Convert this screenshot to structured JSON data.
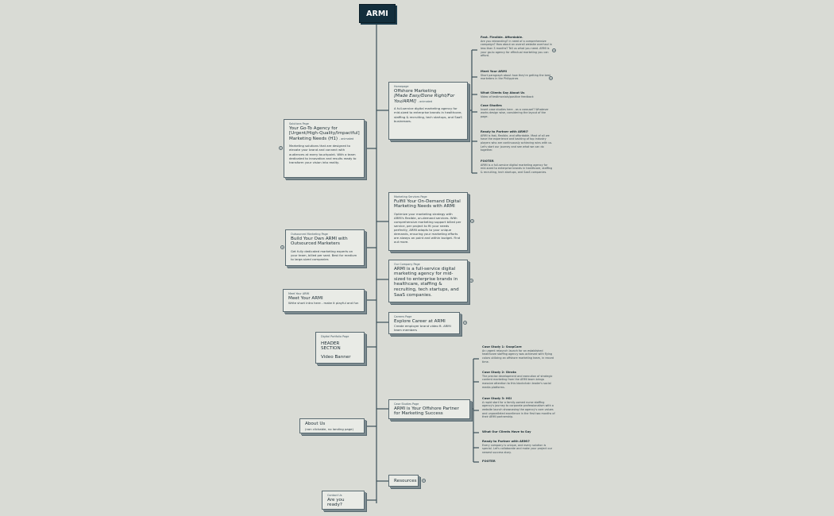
{
  "root": "ARMI",
  "branches": {
    "homepage": {
      "label": "Homepage",
      "title_line1": "Offshore Marketing",
      "title_line2": "[Made Easy/Done Right/For You/ARMI]",
      "tag": "- animated",
      "body": "A full-service digital marketing agency for mid-sized to enterprise brands in healthcare, staffing & recruiting, tech startups, and SaaS businesses."
    },
    "solutions": {
      "label": "Solutions Page",
      "title": "Your Go-To Agency for [Urgent/High-Quality/Impactful] Marketing Needs (H1)",
      "tag": "- animated",
      "body": "Marketing solutions that are designed to elevate your brand and connect with audiences at every touchpoint. With a team dedicated to innovation and results ready to transform your vision into reality."
    },
    "services": {
      "label": "Marketing Services Page",
      "title": "Fulfill Your On-Demand Digital Marketing Needs with ARMI",
      "body": "Optimize your marketing strategy with ARMI's flexible, on-demand services. With comprehensive marketing support billed per service, per project to fit your needs perfectly, ARMI adapts to your unique demands, ensuring your marketing efforts are always on point and within budget. Find out more."
    },
    "outsourced": {
      "label": "Outsourced Marketing Page",
      "title": "Build Your Own ARMI with Outsourced Marketers",
      "body": "Get fully dedicated marketing experts on your team, billed per seat. Best for medium to large-sized companies"
    },
    "company": {
      "label": "Our Company Page",
      "title": "ARMI is a full-service digital marketing agency for mid-sized to enterprise brands in healthcare, staffing & recruiting, tech startups, and SaaS companies."
    },
    "meet": {
      "label": "Meet Your ARMI",
      "title": "Meet Your ARMI",
      "body": "Write short intro here - make it playful and fun"
    },
    "careers": {
      "label": "Careers Page",
      "title": "Explore Career at ARMI",
      "body": "Create employer brand video ft. ARMI team members"
    },
    "portfolio": {
      "label": "Digital Portfolio Page",
      "line1": "HEADER SECTION",
      "line2": "Video Banner"
    },
    "casestudies": {
      "label": "Case Studies Page",
      "title": "ARMI is Your Offshore Partner for Marketing Success"
    },
    "about": {
      "title": "About Us",
      "body": "(non clickable, no landing page)"
    },
    "resources": {
      "title": "Resources"
    },
    "contact": {
      "label": "Contact Us",
      "title": "Are you ready?"
    }
  },
  "homepage_notes": [
    {
      "heading": "Fast. Flexible. Affordable.",
      "text": "Are you rebranding? in need of a comprehensive campaign? How about an overall website overhaul in less than 3 months? Tell us what you need. ARMI is your go-to agency for effectual marketing you can afford."
    },
    {
      "heading": "Meet Your ARMI",
      "text": "Short paragraph about how they're getting the best marketers in the Philippines"
    },
    {
      "heading": "What Clients Say About Us",
      "text": "Video of testimonials/positive feedback"
    },
    {
      "heading": "Case Studies",
      "text": "Insert case studies here - as a carousel? Whatever works design wise, considering the layout of the page."
    },
    {
      "heading": "Ready to Partner with ARMI?",
      "text": "ARMI is fast, flexible, and affordable. Most of all we have the experience and backing of top industry players who are continuously achieving wins with us. Let's start our journey and see what we can do together."
    },
    {
      "heading": "FOOTER",
      "text": "ARMI is a full-service digital marketing agency for mid-sized to enterprise brands in healthcare, staffing & recruiting, tech startups, and SaaS companies."
    }
  ],
  "casestudy_notes": [
    {
      "heading": "Case Study 1: SnapCare",
      "text": "An urgent relaunch launch for an established healthcare staffing agency was achieved with flying colors utilizing an offshore marketing team, in record time."
    },
    {
      "heading": "Case Study 2: Strata",
      "text": "The precise development and execution of strategic content marketing from the ARMI team brings massive attention to this blockchain leader's social media platforms."
    },
    {
      "heading": "Case Study 3: HSI",
      "text": "A rapid start for a family-owned nurse staffing agency's journey to corporate professionalism with a website launch showcasing the agency's core values and unparalleled excellence in the first two months of their ARMI partnership."
    },
    {
      "heading": "What Our Clients Have to Say",
      "text": ""
    },
    {
      "heading": "Ready to Partner with ARMI?",
      "text": "Every company is unique, and every solution is special. Let's collaborate and make your project our newest success story."
    },
    {
      "heading": "FOOTER",
      "text": ""
    }
  ],
  "expander_symbol": "+"
}
